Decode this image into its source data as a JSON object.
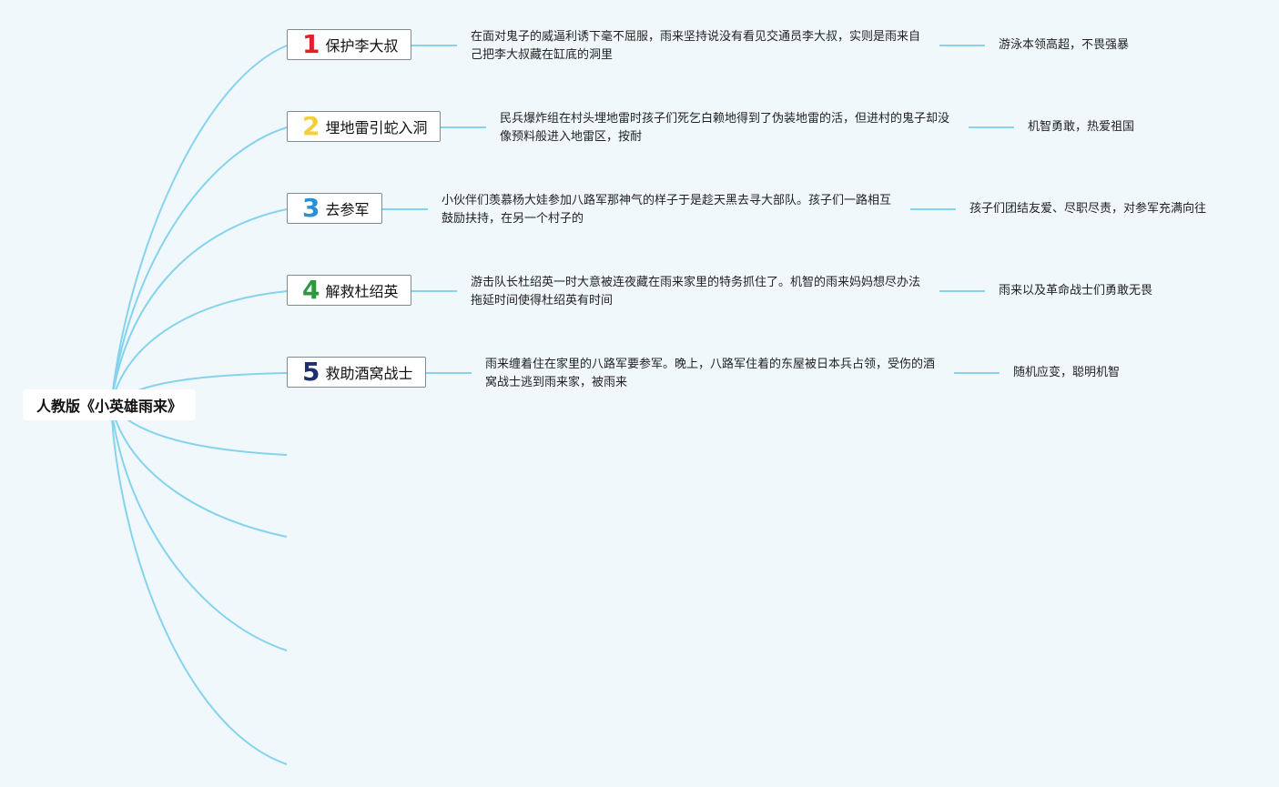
{
  "root": {
    "title": "人教版《小英雄雨来》"
  },
  "branches": [
    {
      "number": "1",
      "number_color": "#e0202b",
      "title": "保护李大叔",
      "description": "在面对鬼子的威逼利诱下毫不屈服，雨来坚持说没有看见交通员李大叔，实则是雨来自己把李大叔藏在缸底的洞里",
      "trait": "游泳本领高超，不畏强暴"
    },
    {
      "number": "2",
      "number_color": "#f3cf3a",
      "title": "埋地雷引蛇入洞",
      "description": "民兵爆炸组在村头埋地雷时孩子们死乞白赖地得到了伪装地雷的活，但进村的鬼子却没像预料般进入地雷区，按耐",
      "trait": "机智勇敢，热爱祖国"
    },
    {
      "number": "3",
      "number_color": "#2a8fd6",
      "title": "去参军",
      "description": "小伙伴们羡慕杨大娃参加八路军那神气的样子于是趁天黑去寻大部队。孩子们一路相互鼓励扶持，在另一个村子的",
      "trait": "孩子们团结友爱、尽职尽责，对参军充满向往"
    },
    {
      "number": "4",
      "number_color": "#2a9a3c",
      "title": "解救杜绍英",
      "description": "游击队长杜绍英一时大意被连夜藏在雨来家里的特务抓住了。机智的雨来妈妈想尽办法拖延时间使得杜绍英有时间",
      "trait": "雨来以及革命战士们勇敢无畏"
    },
    {
      "number": "5",
      "number_color": "#1f2f6e",
      "title": "救助酒窝战士",
      "description": "雨来缠着住在家里的八路军要参军。晚上，八路军住着的东屋被日本兵占领，受伤的酒窝战士逃到雨来家，被雨来",
      "trait": "随机应变，聪明机智"
    }
  ],
  "colors": {
    "branch_line": "#86d3ee",
    "background": "#f1f8fb"
  }
}
